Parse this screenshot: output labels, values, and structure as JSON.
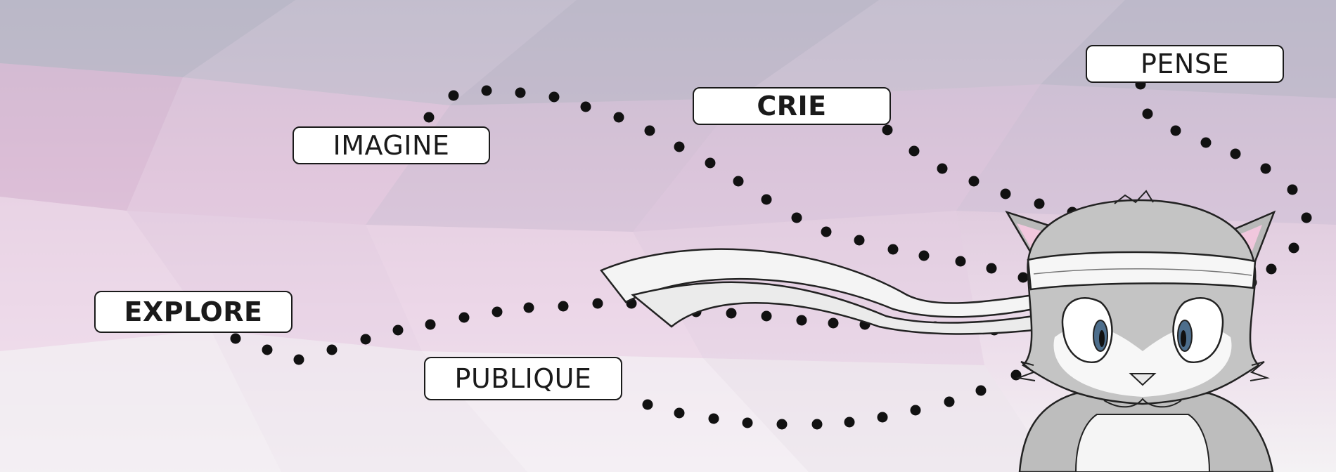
{
  "colors": {
    "background_light": "#f3eef3",
    "background_pink": "#e6c9e0",
    "background_grey": "#b9b9c8",
    "dots": "#111111",
    "label_border": "#1a1a1a",
    "label_fill": "#ffffff"
  },
  "labels": {
    "imagine": "IMAGINE",
    "crie": "CRIE",
    "pense": "PENSE",
    "explore": "EXPLORE",
    "publique": "PUBLIQUE"
  },
  "mascot": {
    "icon": "ninja-cat-mascot-icon"
  }
}
